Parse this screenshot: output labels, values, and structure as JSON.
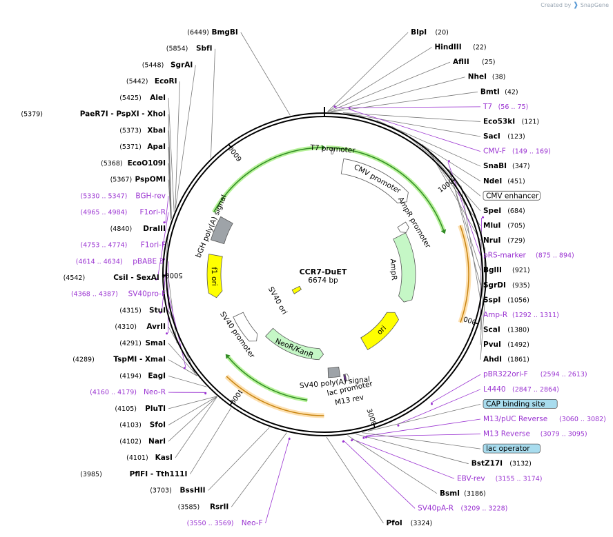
{
  "watermark": {
    "text": "Created by",
    "brand": "SnapGene"
  },
  "plasmid": {
    "name": "CCR7-DuET",
    "length_label": "6674 bp",
    "length": 6674
  },
  "ticks": [
    {
      "bp": 1000,
      "label": "1000"
    },
    {
      "bp": 2000,
      "label": "2000"
    },
    {
      "bp": 3000,
      "label": "3000"
    },
    {
      "bp": 4000,
      "label": "4000"
    },
    {
      "bp": 5000,
      "label": "5000"
    },
    {
      "bp": 6000,
      "label": "6000"
    }
  ],
  "sites": [
    {
      "name": "BlpI",
      "pos": "(20)",
      "bp": 20
    },
    {
      "name": "BmgBI",
      "pos": "(6449)",
      "bp": 6449
    },
    {
      "name": "HindIII",
      "pos": "(22)",
      "bp": 22
    },
    {
      "name": "AflII",
      "pos": "(25)",
      "bp": 25
    },
    {
      "name": "NheI",
      "pos": "(38)",
      "bp": 38
    },
    {
      "name": "BmtI",
      "pos": "(42)",
      "bp": 42
    },
    {
      "name": "Eco53kI",
      "pos": "(121)",
      "bp": 121
    },
    {
      "name": "SacI",
      "pos": "(123)",
      "bp": 123
    },
    {
      "name": "SnaBI",
      "pos": "(347)",
      "bp": 347
    },
    {
      "name": "NdeI",
      "pos": "(451)",
      "bp": 451
    },
    {
      "name": "SpeI",
      "pos": "(684)",
      "bp": 684
    },
    {
      "name": "MluI",
      "pos": "(705)",
      "bp": 705
    },
    {
      "name": "NruI",
      "pos": "(729)",
      "bp": 729
    },
    {
      "name": "BglII",
      "pos": "(921)",
      "bp": 921
    },
    {
      "name": "SgrDI",
      "pos": "(935)",
      "bp": 935
    },
    {
      "name": "SspI",
      "pos": "(1056)",
      "bp": 1056
    },
    {
      "name": "ScaI",
      "pos": "(1380)",
      "bp": 1380
    },
    {
      "name": "PvuI",
      "pos": "(1492)",
      "bp": 1492
    },
    {
      "name": "AhdI",
      "pos": "(1861)",
      "bp": 1861
    },
    {
      "name": "BstZ17I",
      "pos": "(3132)",
      "bp": 3132
    },
    {
      "name": "BsmI",
      "pos": "(3186)",
      "bp": 3186
    },
    {
      "name": "PfoI",
      "pos": "(3324)",
      "bp": 3324
    },
    {
      "name": "RsrII",
      "pos": "(3585)",
      "bp": 3585
    },
    {
      "name": "BssHII",
      "pos": "(3703)",
      "bp": 3703
    },
    {
      "name": "PflFI  -  Tth111I",
      "pos": "(3985)",
      "bp": 3985
    },
    {
      "name": "KasI",
      "pos": "(4101)",
      "bp": 4101
    },
    {
      "name": "NarI",
      "pos": "(4102)",
      "bp": 4102
    },
    {
      "name": "SfoI",
      "pos": "(4103)",
      "bp": 4103
    },
    {
      "name": "PluTI",
      "pos": "(4105)",
      "bp": 4105
    },
    {
      "name": "EagI",
      "pos": "(4194)",
      "bp": 4194
    },
    {
      "name": "TspMI  -  XmaI",
      "pos": "(4289)",
      "bp": 4289
    },
    {
      "name": "SmaI",
      "pos": "(4291)",
      "bp": 4291
    },
    {
      "name": "AvrII",
      "pos": "(4310)",
      "bp": 4310
    },
    {
      "name": "StuI",
      "pos": "(4315)",
      "bp": 4315
    },
    {
      "name": "CsiI  -  SexAI *",
      "pos": "(4542)",
      "bp": 4542
    },
    {
      "name": "DraIII",
      "pos": "(4840)",
      "bp": 4840
    },
    {
      "name": "PspOMI",
      "pos": "(5367)",
      "bp": 5367
    },
    {
      "name": "EcoO109I",
      "pos": "(5368)",
      "bp": 5368
    },
    {
      "name": "ApaI",
      "pos": "(5371)",
      "bp": 5371
    },
    {
      "name": "XbaI",
      "pos": "(5373)",
      "bp": 5373
    },
    {
      "name": "PaeR7I  -  PspXI  -  XhoI",
      "pos": "(5379)",
      "bp": 5379
    },
    {
      "name": "AleI",
      "pos": "(5425)",
      "bp": 5425
    },
    {
      "name": "EcoRI",
      "pos": "(5442)",
      "bp": 5442
    },
    {
      "name": "SgrAI",
      "pos": "(5448)",
      "bp": 5448
    },
    {
      "name": "SbfI",
      "pos": "(5854)",
      "bp": 5854
    }
  ],
  "primers": [
    {
      "name": "T7",
      "range": "(56 .. 75)",
      "bp": 65
    },
    {
      "name": "CMV-F",
      "range": "(149 .. 169)",
      "bp": 159
    },
    {
      "name": "pRS-marker",
      "range": "(875 .. 894)",
      "bp": 884
    },
    {
      "name": "Amp-R",
      "range": "(1292 .. 1311)",
      "bp": 1301
    },
    {
      "name": "pBR322ori-F",
      "range": "(2594 .. 2613)",
      "bp": 2603
    },
    {
      "name": "L4440",
      "range": "(2847 .. 2864)",
      "bp": 2855
    },
    {
      "name": "M13/pUC Reverse",
      "range": "(3060 .. 3082)",
      "bp": 3071
    },
    {
      "name": "M13 Reverse",
      "range": "(3079 .. 3095)",
      "bp": 3087
    },
    {
      "name": "EBV-rev",
      "range": "(3155 .. 3174)",
      "bp": 3164
    },
    {
      "name": "SV40pA-R",
      "range": "(3209 .. 3228)",
      "bp": 3218
    },
    {
      "name": "Neo-F",
      "range": "(3550 .. 3569)",
      "bp": 3560
    },
    {
      "name": "Neo-R",
      "range": "(4160 .. 4179)",
      "bp": 4170
    },
    {
      "name": "SV40pro-F",
      "range": "(4368 .. 4387)",
      "bp": 4378
    },
    {
      "name": "pBABE 3'",
      "range": "(4614 .. 4634)",
      "bp": 4624
    },
    {
      "name": "F1ori-F",
      "range": "(4753 .. 4774)",
      "bp": 4763
    },
    {
      "name": "F1ori-R",
      "range": "(4965 .. 4984)",
      "bp": 4975
    },
    {
      "name": "BGH-rev",
      "range": "(5330 .. 5347)",
      "bp": 5339
    }
  ],
  "boxed_features": [
    {
      "name": "CMV enhancer",
      "bp": 520
    },
    {
      "name": "CAP binding site",
      "bp": 3050
    },
    {
      "name": "lac operator",
      "bp": 3090
    }
  ],
  "features": [
    {
      "name": "CMV promoter",
      "start": 175,
      "end": 900,
      "dir": 1,
      "fill": "#ffffff"
    },
    {
      "name": "T7 promoter",
      "start": 60,
      "end": 80,
      "dir": 1,
      "fill": "#ffffff"
    },
    {
      "name": "AmpR promoter",
      "start": 1060,
      "end": 1165,
      "dir": 1,
      "fill": "#ffffff"
    },
    {
      "name": "AmpR",
      "start": 1165,
      "end": 2025,
      "dir": 1,
      "fill": "#c5f7c6"
    },
    {
      "name": "ori",
      "start": 2196,
      "end": 2785,
      "dir": -1,
      "fill": "#ffff00"
    },
    {
      "name": "lac promoter",
      "start": 3090,
      "end": 3120,
      "dir": -1,
      "fill": "#ffffff"
    },
    {
      "name": "M13 rev",
      "start": 3120,
      "end": 3138,
      "dir": -1,
      "fill": "#6a1f9a"
    },
    {
      "name": "SV40 poly(A) signal",
      "start": 3175,
      "end": 3297,
      "dir": 0,
      "fill": "#9ea3a8"
    },
    {
      "name": "NeoR/KanR",
      "start": 3350,
      "end": 4145,
      "dir": -1,
      "fill": "#c5f7c6"
    },
    {
      "name": "SV40 promoter",
      "start": 4180,
      "end": 4540,
      "dir": -1,
      "fill": "#ffffff"
    },
    {
      "name": "SV40 ori",
      "start": 4395,
      "end": 4530,
      "dir": 0,
      "fill": "#ffff00"
    },
    {
      "name": "f1 ori",
      "start": 4780,
      "end": 5190,
      "dir": -1,
      "fill": "#ffff00"
    },
    {
      "name": "bGH poly(A) signal",
      "start": 5320,
      "end": 5545,
      "dir": 0,
      "fill": "#9ea3a8"
    }
  ],
  "orfs": [
    {
      "start": 1300,
      "end": 2030,
      "dir": 1
    },
    {
      "start": 3340,
      "end": 4150,
      "dir": -1
    }
  ],
  "green_arcs": [
    {
      "start": 15,
      "end": 1290,
      "dir": -1
    },
    {
      "start": 5550,
      "end": 6650,
      "dir": -1
    },
    {
      "start": 3480,
      "end": 4250,
      "dir": -1
    }
  ],
  "colors": {
    "primer": "#9a33d1",
    "backbone": "#000000",
    "orf": "#f4a93d",
    "gene_arc": "#57c93a",
    "boxed_feature_fill": "#a8dcee"
  }
}
